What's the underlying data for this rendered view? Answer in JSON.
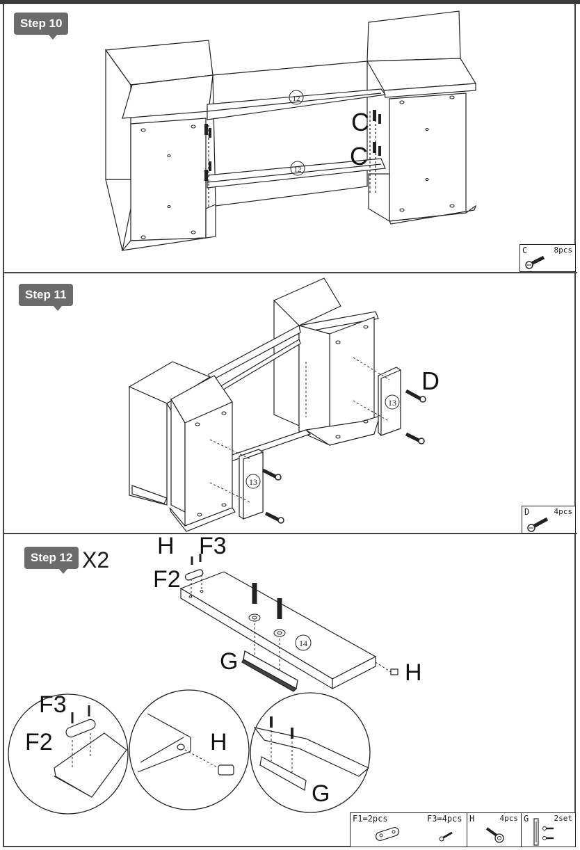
{
  "steps": {
    "step10": {
      "title": "Step 10",
      "labels": {
        "c1": "C",
        "c2": "C"
      },
      "parts": {
        "p1": "12",
        "p2": "12"
      },
      "legend": {
        "code": "C",
        "qty": "8pcs"
      }
    },
    "step11": {
      "title": "Step 11",
      "labels": {
        "d": "D"
      },
      "parts": {
        "p1": "13",
        "p2": "13"
      },
      "legend": {
        "code": "D",
        "qty": "4pcs"
      }
    },
    "step12": {
      "title": "Step 12",
      "multiplier": "X2",
      "labels": {
        "h_top": "H",
        "f3_top": "F3",
        "f2_top": "F2",
        "g_main": "G",
        "h_right": "H",
        "f3_detail": "F3",
        "f2_detail": "F2",
        "h_detail": "H",
        "g_detail": "G"
      },
      "parts": {
        "p1": "14"
      },
      "legend": {
        "f1": "F1=2pcs",
        "f3": "F3=4pcs",
        "h_code": "H",
        "h_qty": "4pcs",
        "g_code": "G",
        "g_qty": "2set"
      }
    }
  },
  "icons": [
    "screw-icon",
    "cam-bolt-icon",
    "cam-lock-plate-icon",
    "drawer-slide-icon"
  ]
}
